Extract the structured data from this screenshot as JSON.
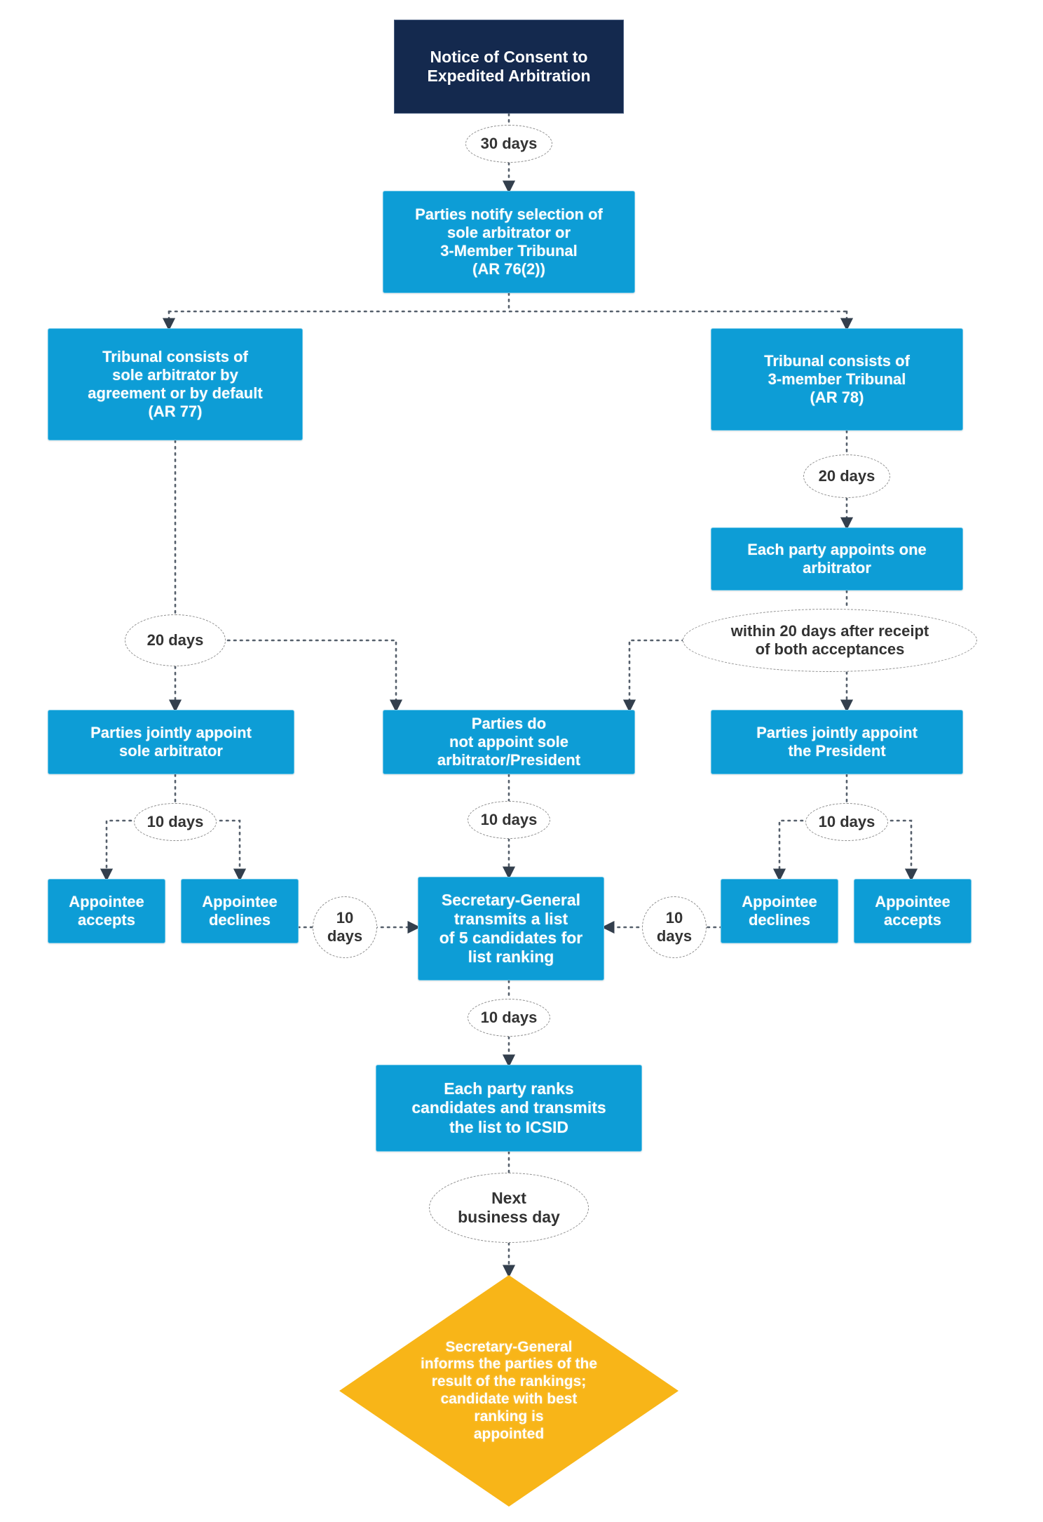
{
  "diagram": {
    "title": "ICSID Expedited Arbitration - Constitution of the Tribunal timeline",
    "colors": {
      "start_fill": "#14294e",
      "process_fill": "#0d9dd6",
      "decision_fill": "#f8b518",
      "label_text": "#333333",
      "background": "#ffffff"
    },
    "nodes": {
      "notice": "Notice of Consent to\nExpedited Arbitration",
      "notify_selection": "Parties notify selection of\nsole arbitrator or\n3-Member Tribunal\n(AR 76(2))",
      "sole_tribunal": "Tribunal consists of\nsole arbitrator by\nagreement or by default\n(AR 77)",
      "three_member_tribunal": "Tribunal consists of\n3-member Tribunal\n(AR 78)",
      "each_party_appoints": "Each party appoints one\narbitrator",
      "jointly_sole": "Parties jointly appoint\nsole arbitrator",
      "not_appoint": "Parties do\nnot appoint sole\narbitrator/President",
      "jointly_president": "Parties jointly appoint\nthe President",
      "appointee_accepts_left": "Appointee\naccepts",
      "appointee_declines_left": "Appointee\ndeclines",
      "appointee_declines_right": "Appointee\ndeclines",
      "appointee_accepts_right": "Appointee\naccepts",
      "sg_transmits": "Secretary-General\ntransmits a list\nof 5 candidates for\nlist ranking",
      "each_party_ranks": "Each party ranks\ncandidates and transmits\nthe list to ICSID",
      "sg_informs": "Secretary-General\ninforms the parties of the\nresult of the rankings;\ncandidate with best\nranking is\nappointed"
    },
    "edge_labels": {
      "days_30": "30 days",
      "days_20_right": "20 days",
      "days_20_left": "20 days",
      "within_20": "within 20 days after receipt\nof both acceptances",
      "days_10_left": "10 days",
      "days_10_center": "10 days",
      "days_10_right": "10 days",
      "days_10_mid_left": "10\ndays",
      "days_10_mid_right": "10\ndays",
      "days_10_rank": "10 days",
      "next_business_day": "Next\nbusiness day"
    }
  }
}
